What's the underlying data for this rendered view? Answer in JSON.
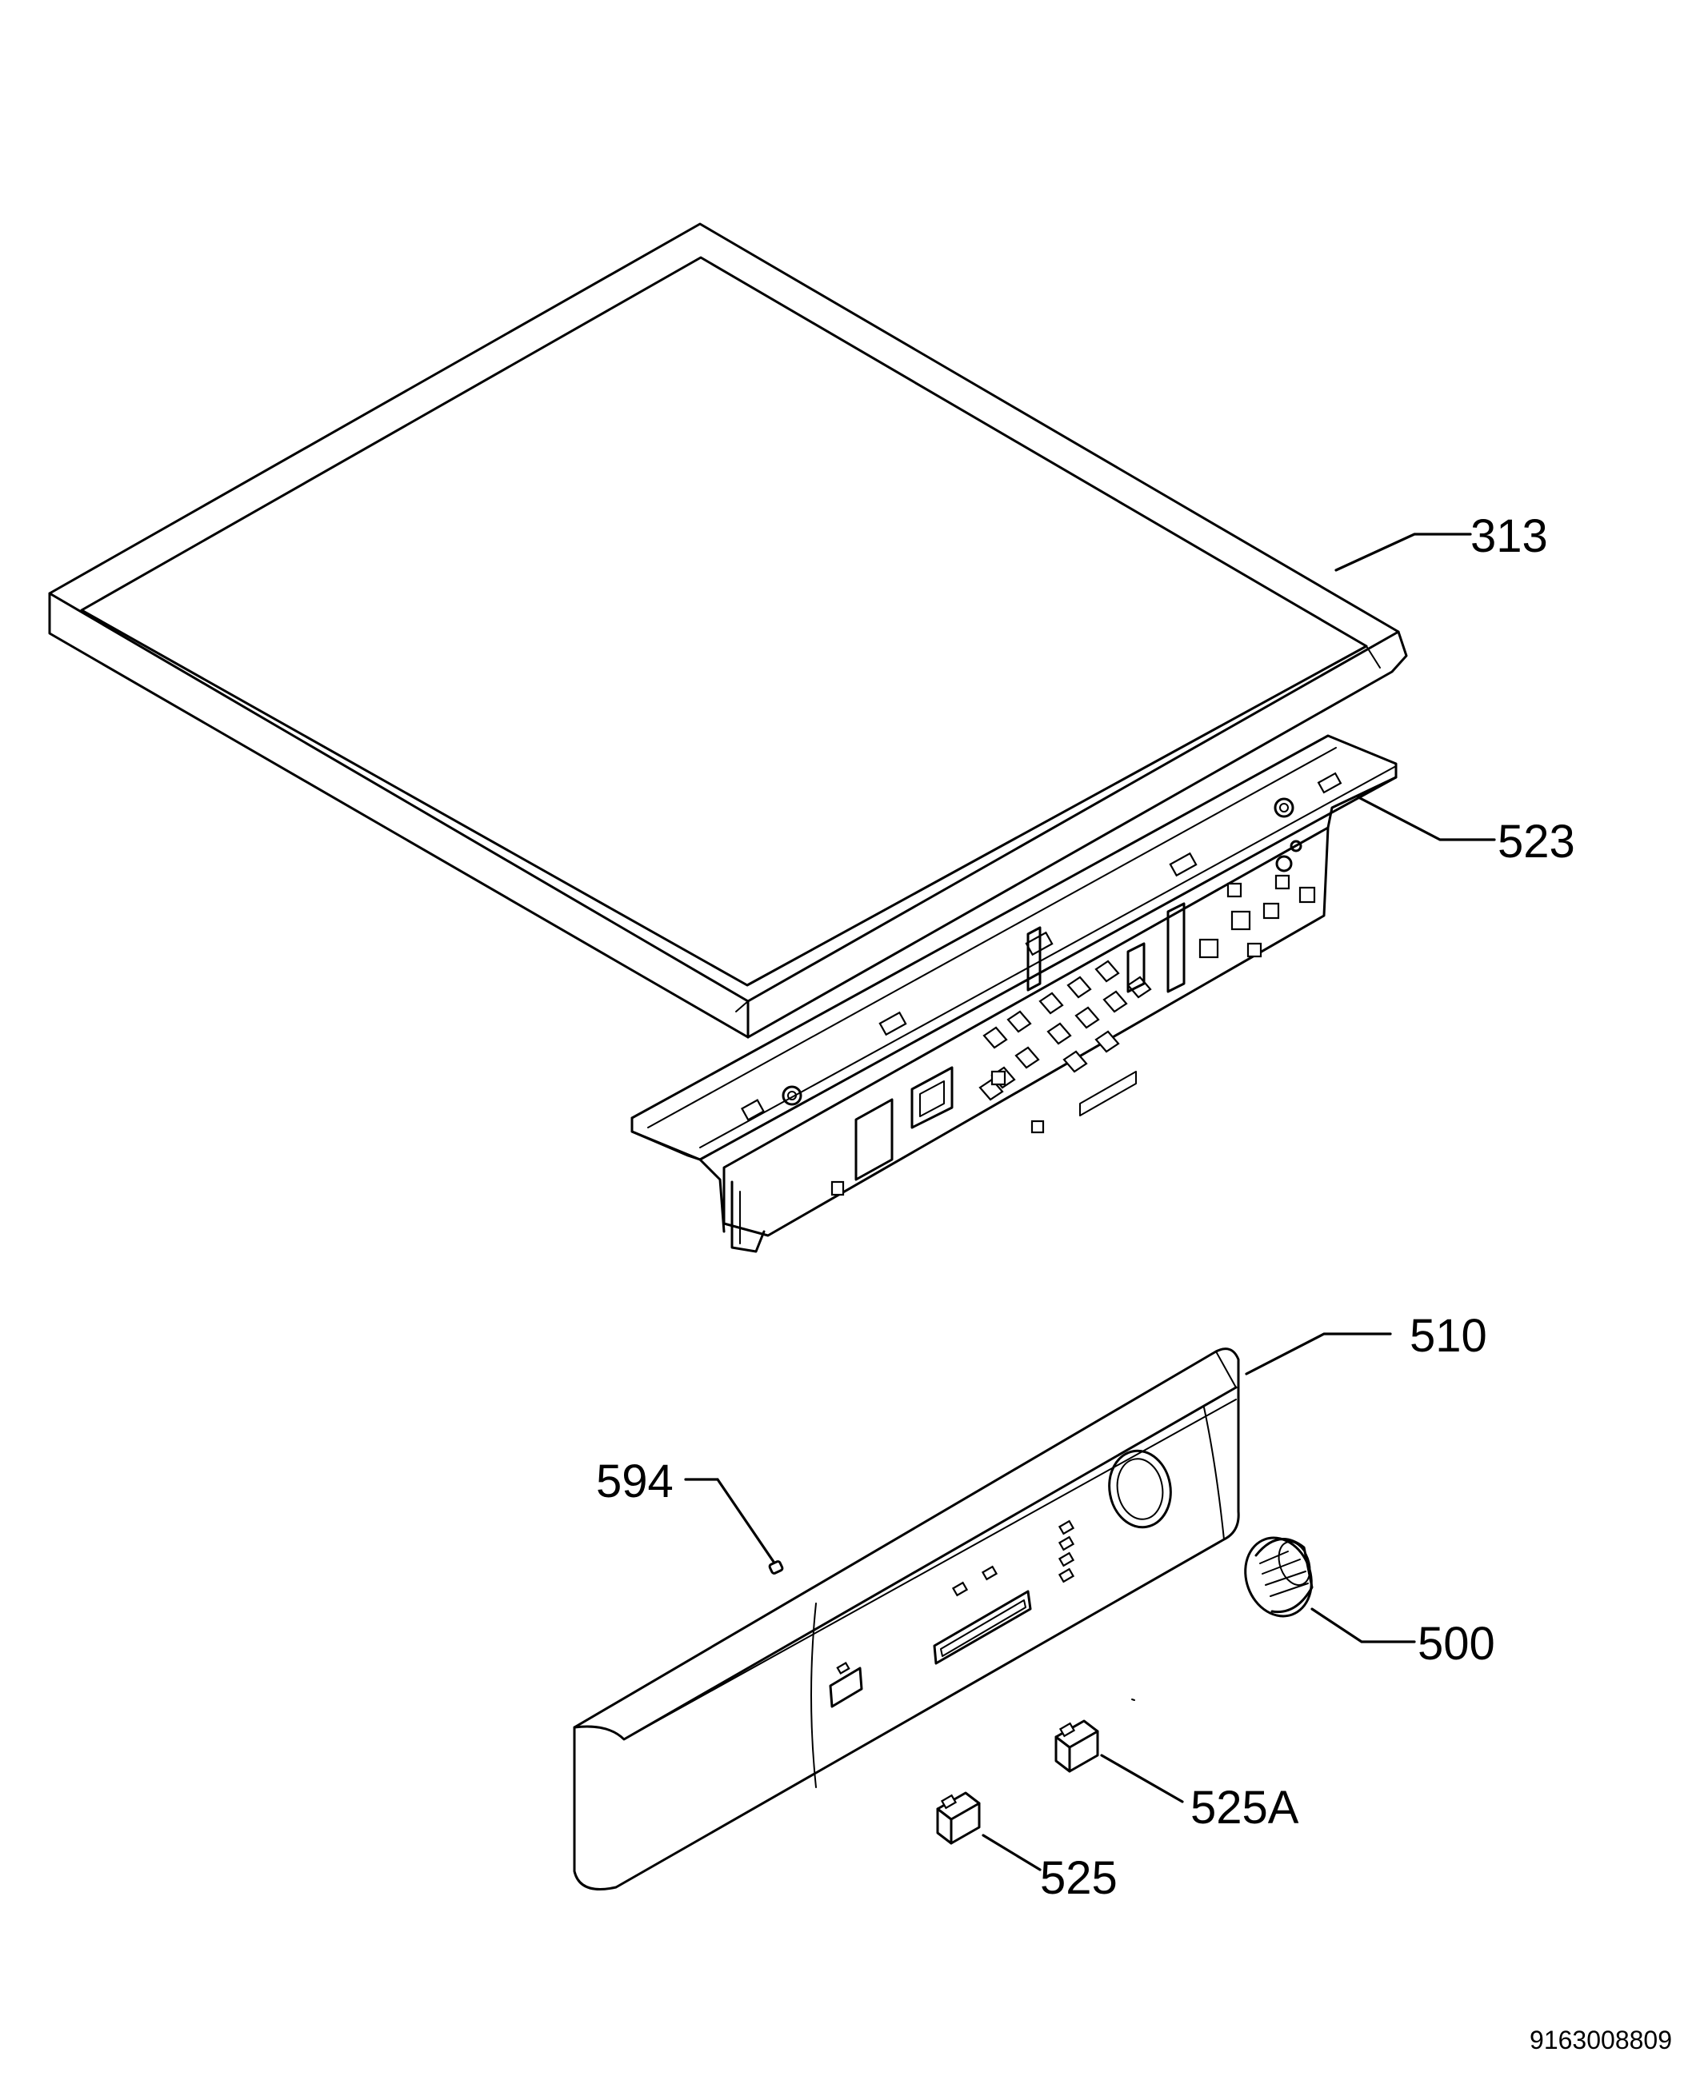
{
  "labels": {
    "p313": "313",
    "p523": "523",
    "p510": "510",
    "p594": "594",
    "p500": "500",
    "p525a": "525A",
    "p525": "525"
  },
  "doc_number": "9163008809"
}
